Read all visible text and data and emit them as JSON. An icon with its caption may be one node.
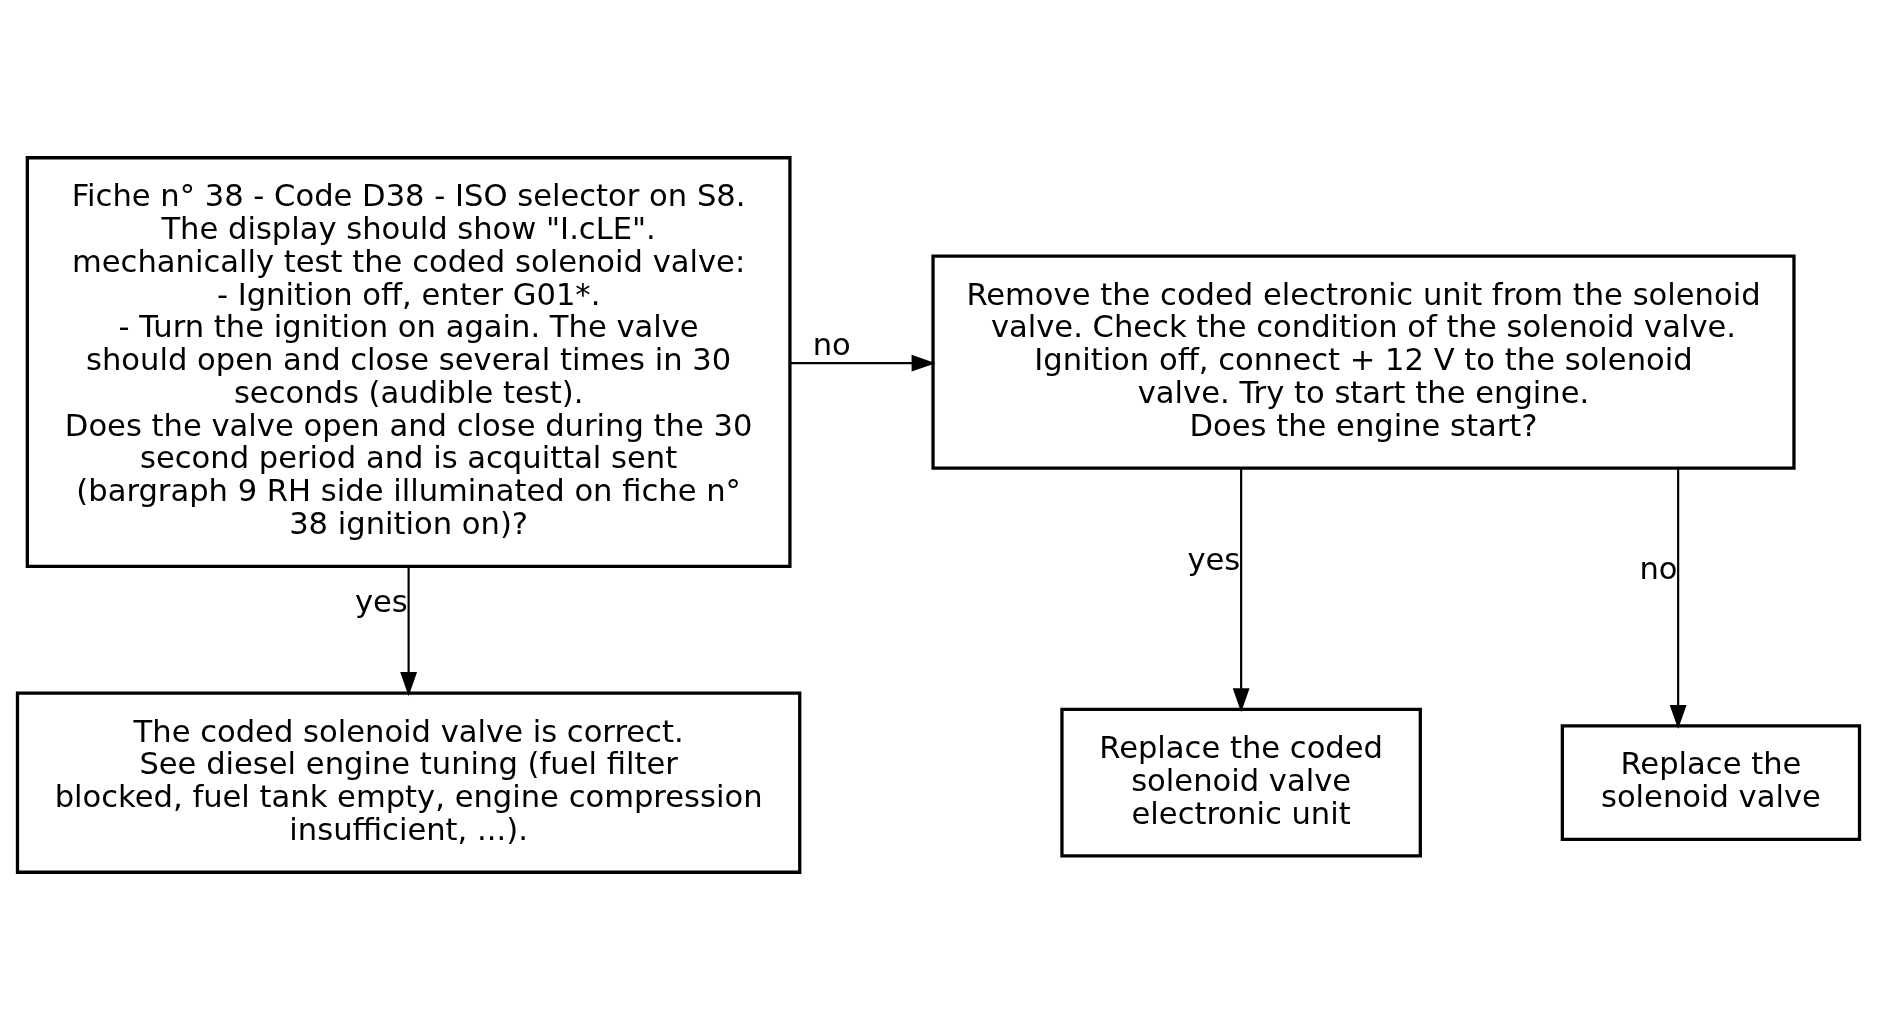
{
  "diagram": {
    "nodes": [
      {
        "text": [
          "Fiche n° 38 - Code D38 - ISO selector on S8.",
          "The display should show \"I.cLE\".",
          "mechanically test the coded solenoid valve:",
          "- Ignition off, enter G01*.",
          "- Turn the ignition on again. The valve should open and close several times in 30 seconds (audible test).",
          "Does the valve open and close during the 30 second period and is acquittal sent (bargraph 9 RH side illuminated on fiche n° 38 ignition on)?"
        ]
      },
      {
        "text": [
          "Remove the coded electronic unit from the solenoid valve. Check the condition of the solenoid valve. Ignition off, connect + 12 V to the solenoid valve. Try to start the engine.",
          "Does the engine start?"
        ]
      },
      {
        "text": [
          "The coded solenoid valve is correct.",
          "See diesel engine tuning (fuel filter blocked, fuel tank empty, engine compression insufficient, ...)."
        ]
      },
      {
        "text": [
          "Replace the coded solenoid valve electronic unit"
        ]
      },
      {
        "text": [
          "Replace the solenoid valve"
        ]
      }
    ],
    "edges": [
      {
        "from": 0,
        "to": 1,
        "arrow": "to",
        "label": "no"
      },
      {
        "from": 0,
        "to": 2,
        "arrow": "to",
        "label": "yes"
      },
      {
        "from": 1,
        "to": 3,
        "arrow": "to",
        "label": "yes"
      },
      {
        "from": 1,
        "to": 4,
        "arrow": "to",
        "label": "no"
      }
    ]
  }
}
